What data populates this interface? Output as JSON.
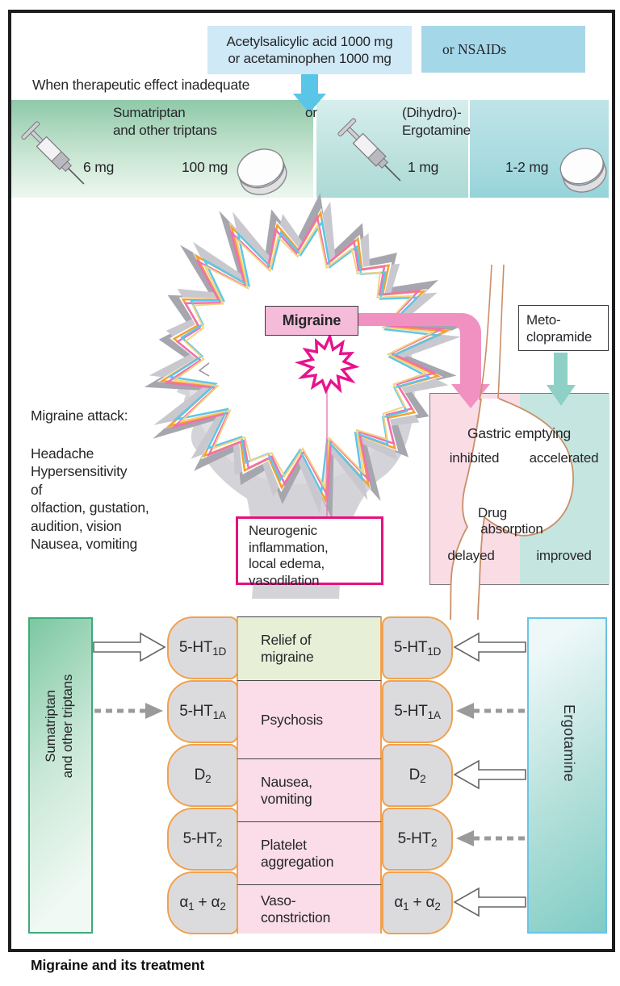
{
  "figure": {
    "caption": "Migraine and its treatment"
  },
  "colors": {
    "analgesic_box_bg": "#cfe9f6",
    "nsaid_box_bg": "#a4d7e8",
    "flow_arrow_blue": "#59c6e8",
    "triptan_band_green": "#8fc9a9",
    "ergot_band_teal": "#abdad5",
    "migraine_box_pink": "#f5bcd9",
    "magenta_accent": "#e8128c",
    "pink_flow_arrow": "#f191c1",
    "teal_flow_arrow": "#8ed0c6",
    "stomach_pink_panel": "#fadce5",
    "stomach_teal_panel": "#c5e6e0",
    "capsule_border_orange": "#f0a14f",
    "relief_cell_green": "#e8efd7",
    "adverse_cell_pink": "#fadde8",
    "triptan_panel_border": "#3cab79",
    "ergotamine_panel_border": "#6ac4e4"
  },
  "top": {
    "analgesic_line1": "Acetylsalicylic acid 1000 mg",
    "analgesic_line2": "or acetaminophen 1000 mg",
    "nsaid_label": "or NSAIDs",
    "inadequate_note": "When therapeutic effect inadequate",
    "triptan_line1": "Sumatriptan",
    "triptan_line2": "and other triptans",
    "or_label": "or",
    "ergot_line1": "(Dihydro)-",
    "ergot_line2": "Ergotamine",
    "triptan_injection_dose": "6 mg",
    "triptan_oral_dose": "100 mg",
    "ergot_injection_dose": "1 mg",
    "ergot_oral_dose": "1-2 mg"
  },
  "middle": {
    "migraine_label": "Migraine",
    "attack_title": "Migraine attack:",
    "attack_lines": [
      "Headache",
      "Hypersensitivity",
      "of",
      "olfaction, gustation,",
      "audition, vision",
      "Nausea, vomiting"
    ],
    "neurogenic_lines": [
      "Neurogenic",
      "inflammation,",
      "local edema,",
      "vasodilation"
    ],
    "metoclopramide_line1": "Meto-",
    "metoclopramide_line2": "clopramide",
    "gastric_emptying": "Gastric emptying",
    "inhibited": "inhibited",
    "accelerated": "accelerated",
    "drug_line1": "Drug",
    "drug_line2": "absorption",
    "delayed": "delayed",
    "improved": "improved"
  },
  "receptors": {
    "left_panel_line1": "Sumatriptan",
    "left_panel_line2": "and other triptans",
    "right_panel_label": "Ergotamine",
    "rows": [
      {
        "b1": "5-HT",
        "s1": "1D",
        "b2": "",
        "s2": "",
        "e1": "Relief of",
        "e2": "migraine",
        "left": "solid",
        "right": "solid"
      },
      {
        "b1": "5-HT",
        "s1": "1A",
        "b2": "",
        "s2": "",
        "e1": "Psychosis",
        "e2": "",
        "left": "dashed",
        "right": "dashed"
      },
      {
        "b1": "D",
        "s1": "2",
        "b2": "",
        "s2": "",
        "e1": "Nausea,",
        "e2": "vomiting",
        "left": "none",
        "right": "solid"
      },
      {
        "b1": "5-HT",
        "s1": "2",
        "b2": "",
        "s2": "",
        "e1": "Platelet",
        "e2": "aggregation",
        "left": "none",
        "right": "dashed"
      },
      {
        "b1": "α",
        "s1": "1",
        "b2": " + α",
        "s2": "2",
        "e1": "Vaso-",
        "e2": "constriction",
        "left": "none",
        "right": "solid"
      }
    ]
  }
}
